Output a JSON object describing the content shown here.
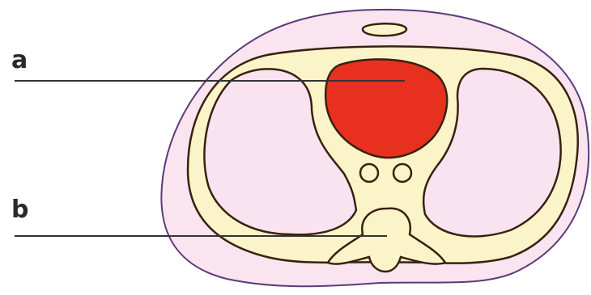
{
  "labels": {
    "a": "a",
    "b": "b"
  },
  "colors": {
    "body_fill": "#f9e4ef",
    "body_outline": "#5b3a7a",
    "chest_wall_fill": "#fbf4c8",
    "outline": "#3a2010",
    "lung_fill": "#f9e3f1",
    "heart_fill": "#e8301e",
    "leader_line": "#333333"
  },
  "structures": [
    "body-outline",
    "chest-wall",
    "left-lung",
    "right-lung",
    "heart",
    "vertebra",
    "aorta",
    "esophagus",
    "sternum"
  ]
}
